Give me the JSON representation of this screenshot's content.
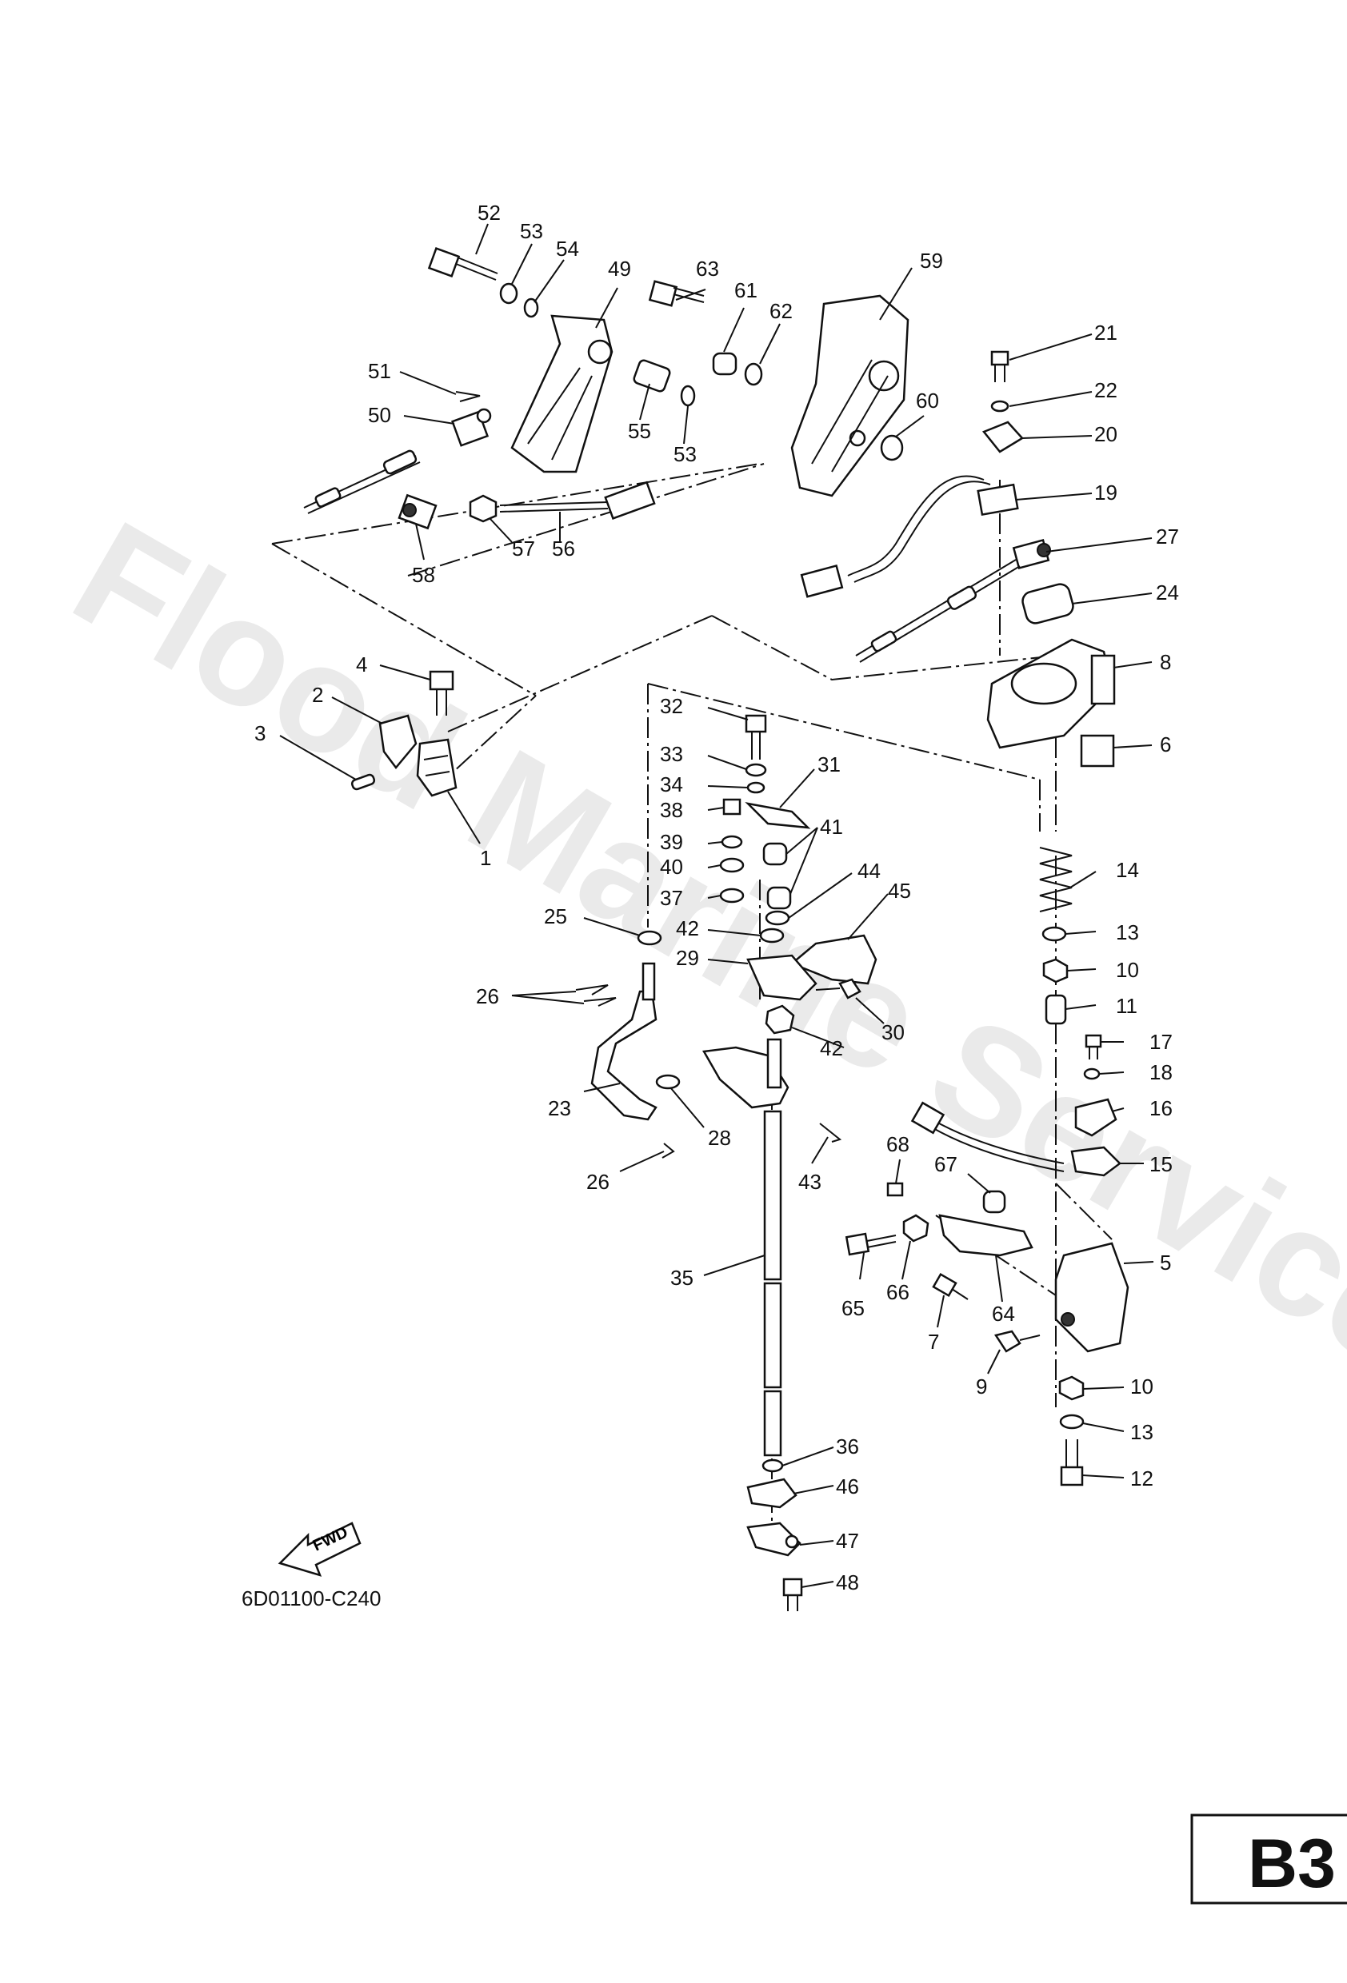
{
  "watermark": "Flood Marine Services",
  "diagram_code": "6D01100-C240",
  "page_badge": "B3",
  "fwd_label": "FWD",
  "callouts": {
    "c52": "52",
    "c53a": "53",
    "c54": "54",
    "c49": "49",
    "c63": "63",
    "c61": "61",
    "c62": "62",
    "c59": "59",
    "c51": "51",
    "c50": "50",
    "c55": "55",
    "c53b": "53",
    "c60": "60",
    "c57": "57",
    "c56": "56",
    "c58": "58",
    "c21": "21",
    "c22": "22",
    "c20": "20",
    "c19": "19",
    "c27": "27",
    "c24": "24",
    "c8": "8",
    "c6": "6",
    "c4": "4",
    "c2": "2",
    "c3": "3",
    "c1": "1",
    "c32": "32",
    "c33": "33",
    "c34": "34",
    "c31": "31",
    "c38": "38",
    "c39": "39",
    "c41": "41",
    "c40": "40",
    "c44": "44",
    "c37": "37",
    "c45": "45",
    "c25": "25",
    "c42a": "42",
    "c29": "29",
    "c26a": "26",
    "c30": "30",
    "c42b": "42",
    "c23": "23",
    "c28": "28",
    "c43": "43",
    "c26b": "26",
    "c35": "35",
    "c36": "36",
    "c46": "46",
    "c47": "47",
    "c48": "48",
    "c14": "14",
    "c13a": "13",
    "c10a": "10",
    "c11": "11",
    "c17": "17",
    "c18": "18",
    "c16": "16",
    "c15": "15",
    "c68": "68",
    "c67": "67",
    "c5": "5",
    "c65": "65",
    "c66": "66",
    "c64": "64",
    "c7": "7",
    "c9": "9",
    "c10b": "10",
    "c13b": "13",
    "c12": "12"
  }
}
